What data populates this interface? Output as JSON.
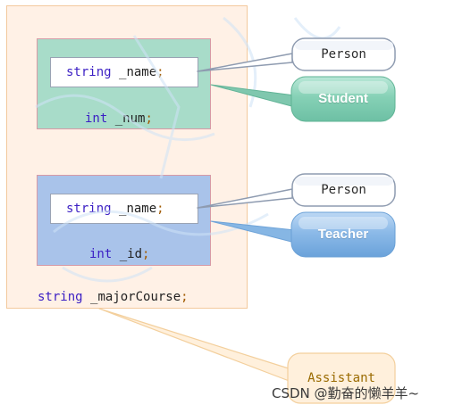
{
  "diagram": {
    "derived_class": {
      "members": [
        {
          "type": "string",
          "name": "_majorCourse"
        }
      ],
      "callout": "Assistant"
    },
    "base_student": {
      "inherited": {
        "type": "string",
        "name": "_name"
      },
      "members": [
        {
          "type": "int",
          "name": "_num"
        }
      ],
      "callouts": {
        "base": "Person",
        "class": "Student"
      }
    },
    "base_teacher": {
      "inherited": {
        "type": "string",
        "name": "_name"
      },
      "members": [
        {
          "type": "int",
          "name": "_id"
        }
      ],
      "callouts": {
        "base": "Person",
        "class": "Teacher"
      }
    },
    "punctuation": ";"
  },
  "footer": {
    "watermark_credit": "CSDN @勤奋的懒羊羊~"
  },
  "colors": {
    "outer_fill": "#fff1e6",
    "student_fill": "#a8dcc9",
    "teacher_fill": "#a9c3ea",
    "student_callout": "#7ccbb0",
    "teacher_callout": "#7fb0e0",
    "assistant_callout": "#fff0dc",
    "keyword": "#3b1fc4"
  }
}
